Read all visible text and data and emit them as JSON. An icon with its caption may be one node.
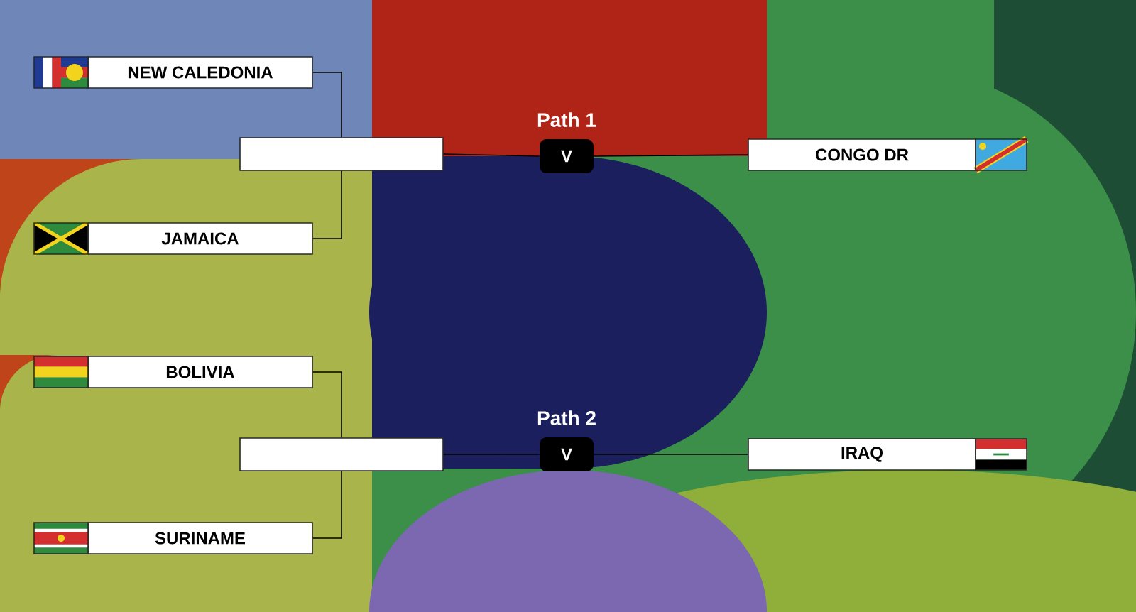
{
  "diagram": {
    "nodes": [
      {
        "text": [
          "NEW CALEDONIA"
        ]
      },
      {
        "text": [
          "JAMAICA"
        ]
      },
      {
        "text": [],
        "shape": "box"
      },
      {
        "text": [
          "V"
        ],
        "beside": [
          "Path 1"
        ]
      },
      {
        "text": [
          "CONGO DR"
        ]
      },
      {
        "text": [
          "BOLIVIA"
        ]
      },
      {
        "text": [
          "SURINAME"
        ]
      },
      {
        "text": [],
        "shape": "box"
      },
      {
        "text": [
          "V"
        ],
        "beside": [
          "Path 2"
        ]
      },
      {
        "text": [
          "IRAQ"
        ]
      }
    ],
    "edges": [
      {
        "from": 0,
        "to": 2,
        "arrow": "none"
      },
      {
        "from": 1,
        "to": 2,
        "arrow": "none"
      },
      {
        "from": 2,
        "to": 3,
        "arrow": "none"
      },
      {
        "from": 3,
        "to": 4,
        "arrow": "none"
      },
      {
        "from": 5,
        "to": 7,
        "arrow": "none"
      },
      {
        "from": 6,
        "to": 7,
        "arrow": "none"
      },
      {
        "from": 7,
        "to": 8,
        "arrow": "none"
      },
      {
        "from": 8,
        "to": 9,
        "arrow": "none"
      }
    ]
  }
}
